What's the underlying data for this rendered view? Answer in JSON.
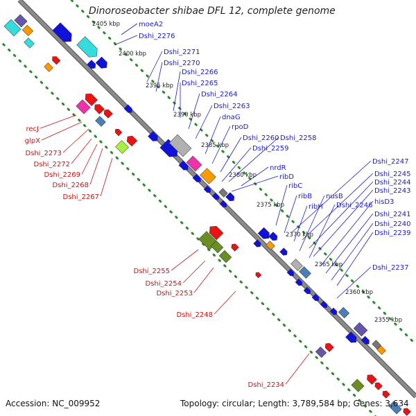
{
  "title": "Dinoroseobacter shibae DFL 12, complete genome",
  "footer": {
    "accession": "Accession: NC_009952",
    "summary": "Topology: circular; Length: 3,789,584 bp; Genes: 3,634"
  },
  "colors": {
    "backbone": "#8a8a8a",
    "tick": "#2a8a2a",
    "forward_label": "#1a1acc",
    "reverse_label": "#cc1111",
    "blue": "#1111dd",
    "red": "#ee1111",
    "magenta": "#ee33aa",
    "orange": "#ff9900",
    "gray": "#b0b0b0",
    "steelblue": "#4a7fb5",
    "olive": "#6b8e23",
    "lime": "#aaee44",
    "cyan": "#33dddd",
    "purple": "#6655aa",
    "darkgray": "#777777"
  },
  "ticks": [
    "2405 kbp",
    "2400 kbp",
    "2395 kbp",
    "2390 kbp",
    "2385 kbp",
    "2380 kbp",
    "2375 kbp",
    "2370 kbp",
    "2365 kbp",
    "2360 kbp",
    "2355 kbp"
  ],
  "forward_labels": [
    "moeA2",
    "Dshi_2276",
    "Dshi_2271",
    "Dshi_2270",
    "Dshi_2266",
    "Dshi_2265",
    "Dshi_2264",
    "Dshi_2263",
    "dnaG",
    "rpoD",
    "Dshi_2260",
    "Dshi_2258",
    "Dshi_2259",
    "nrdR",
    "ribD",
    "ribC",
    "ribB",
    "ribH",
    "nusB",
    "Dshi_2246",
    "Dshi_2247",
    "Dshi_2245",
    "Dshi_2244",
    "Dshi_2243",
    "hisD3",
    "Dshi_2241",
    "Dshi_2240",
    "Dshi_2239",
    "Dshi_2237"
  ],
  "reverse_labels": [
    "recJ",
    "glpX",
    "Dshi_2273",
    "Dshi_2272",
    "Dshi_2269",
    "Dshi_2268",
    "Dshi_2267",
    "Dshi_2255",
    "Dshi_2254",
    "Dshi_2253",
    "Dshi_2248",
    "Dshi_2234"
  ]
}
